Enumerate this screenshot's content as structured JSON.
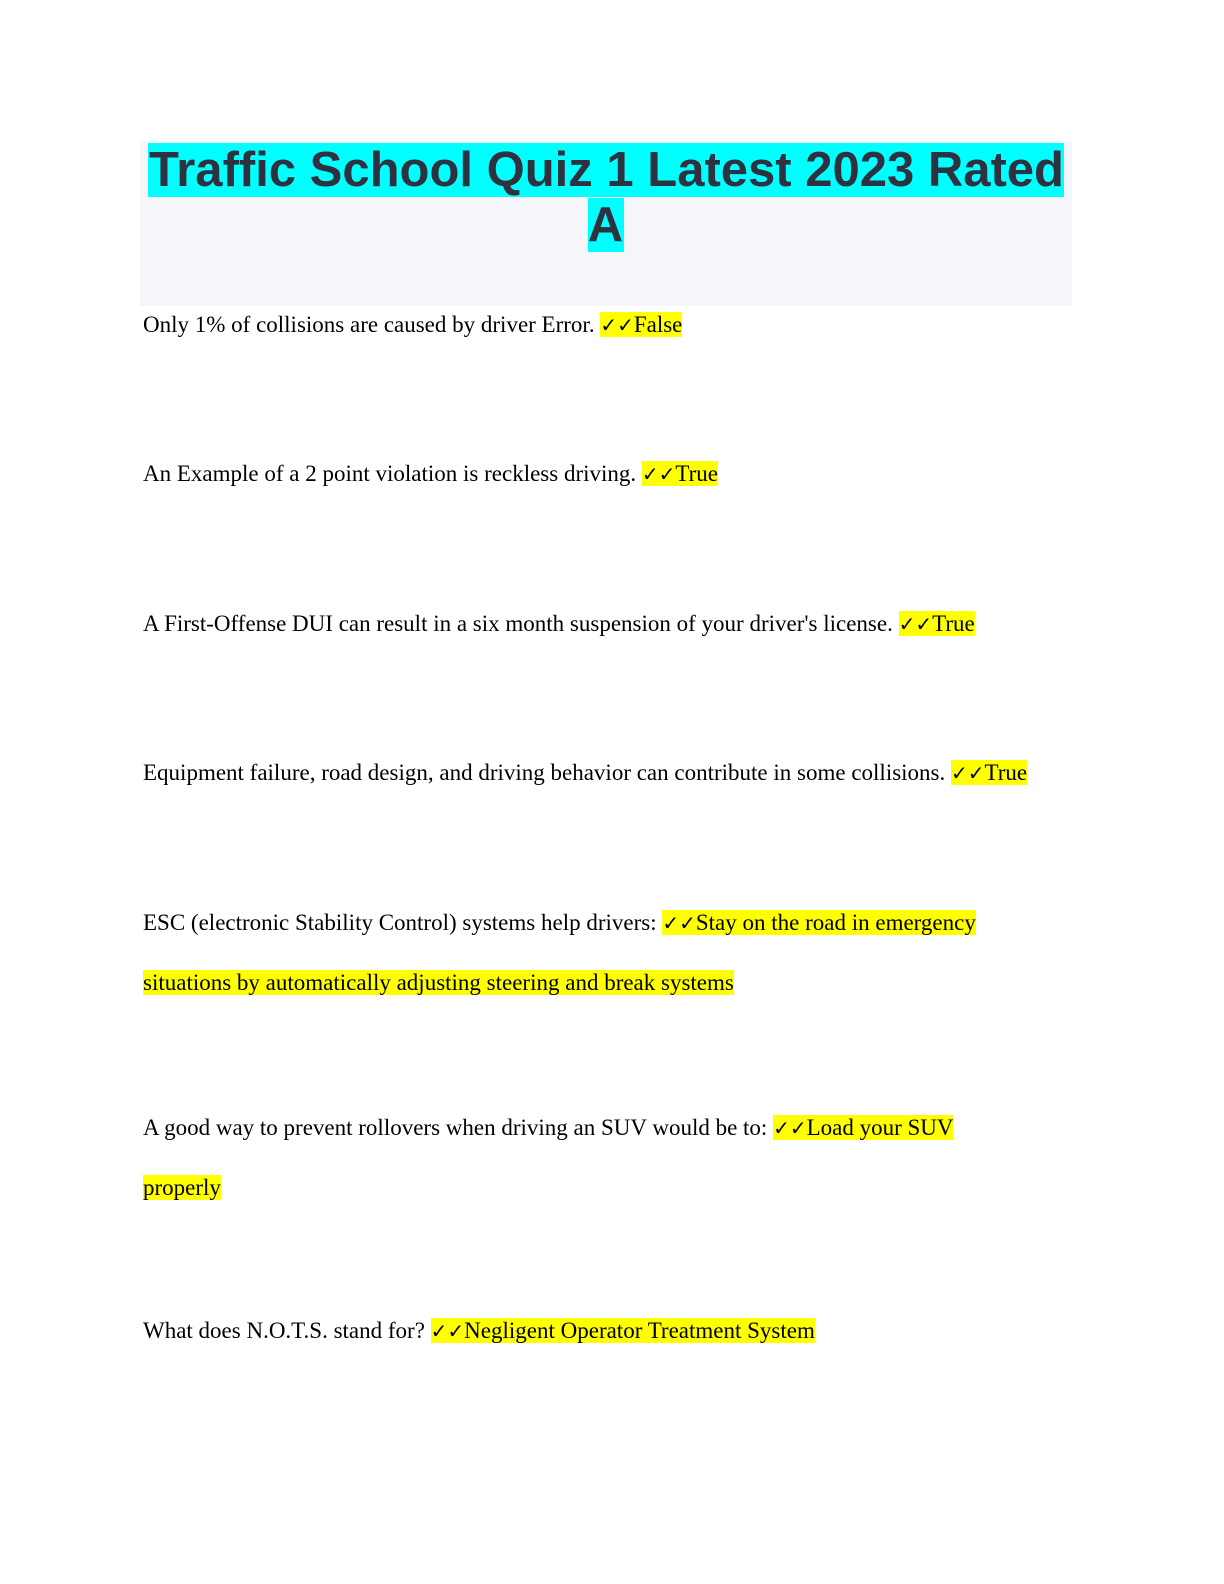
{
  "document": {
    "title": "Traffic School Quiz 1 Latest 2023 Rated A",
    "colors": {
      "title_highlight": "#00ffff",
      "answer_highlight": "#ffff00",
      "title_text": "#2e3140",
      "header_background": "#f5f6fa"
    },
    "check_icon": "✓✓",
    "items": [
      {
        "question": "Only 1% of collisions are caused by driver Error.",
        "answer": "False"
      },
      {
        "question": "An Example of a 2 point violation is reckless driving.",
        "answer": "True"
      },
      {
        "question": "A First-Offense DUI can result in a six month suspension of your driver's license.",
        "answer": "True"
      },
      {
        "question": "Equipment failure, road design, and driving behavior can contribute in some collisions.",
        "answer": "True"
      },
      {
        "question": "ESC (electronic Stability Control) systems help drivers:",
        "answer": "Stay on the road in emergency situations by automatically adjusting steering and break systems"
      },
      {
        "question": "A good way to prevent rollovers when driving an SUV would be to:",
        "answer": "Load your SUV properly"
      },
      {
        "question": "What does N.O.T.S. stand for?",
        "answer": "Negligent Operator Treatment System"
      }
    ]
  }
}
